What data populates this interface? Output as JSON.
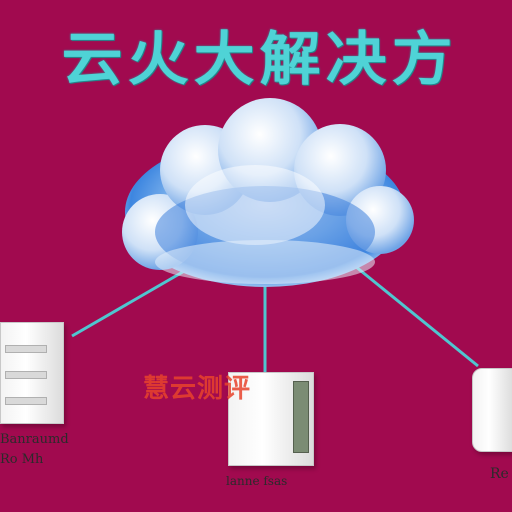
{
  "diagram": {
    "title_chars": [
      "云",
      "火",
      "大",
      "解",
      "决",
      "方"
    ],
    "connection_color": "#4fc6d0",
    "nodes": {
      "left": {
        "label_line1": "Banraumd",
        "label_line2": "Ro Mh"
      },
      "center": {
        "label": "lanne fsas"
      },
      "right": {
        "label": "Re"
      }
    }
  },
  "watermark": "慧云测评"
}
